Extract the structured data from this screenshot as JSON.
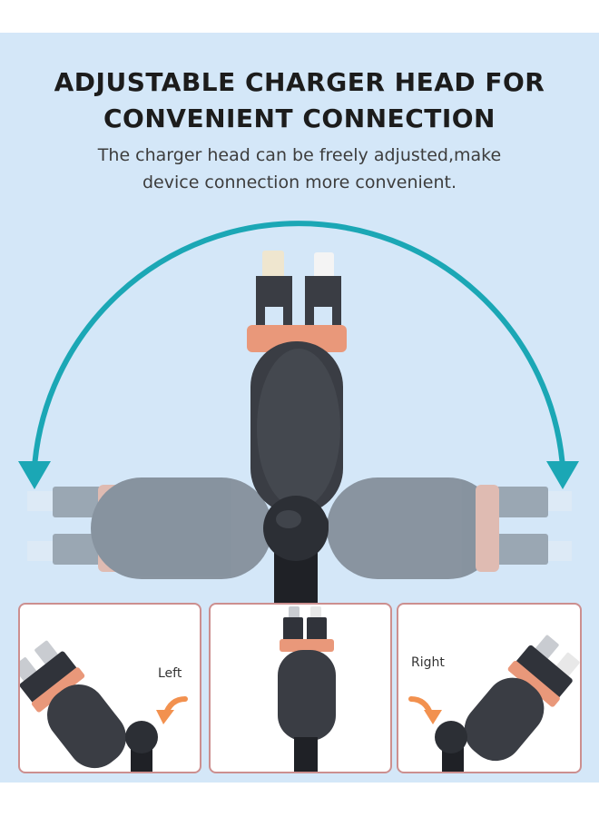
{
  "heading": {
    "line1": "ADJUSTABLE CHARGER HEAD FOR",
    "line2": "CONVENIENT CONNECTION"
  },
  "subtitle": {
    "line1": "The charger head can be freely adjusted,make",
    "line2": "device connection more convenient."
  },
  "panels": {
    "left_label": "Left",
    "right_label": "Right"
  },
  "colors": {
    "background": "#d4e7f8",
    "arrow": "#1ba7b5",
    "device_dark": "#3a3d44",
    "accent_orange": "#e9987a",
    "panel_border": "#cc8f8f"
  }
}
